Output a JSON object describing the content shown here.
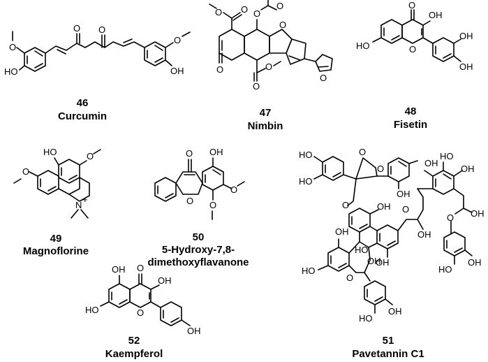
{
  "compounds": [
    {
      "id": "46",
      "name": "Curcumin"
    },
    {
      "id": "47",
      "name": "Nimbin"
    },
    {
      "id": "48",
      "name": "Fisetin"
    },
    {
      "id": "49",
      "name": "Magnoflorine"
    },
    {
      "id": "50",
      "name_line1": "5-Hydroxy-7,8-",
      "name_line2": "dimethoxyflavanone"
    },
    {
      "id": "51",
      "name": "Pavetannin C1"
    },
    {
      "id": "52",
      "name": "Kaempferol"
    }
  ],
  "atom_labels": {
    "oh": "OH",
    "ho": "HO",
    "o": "O",
    "n_plus": "N",
    "plus": "+"
  }
}
